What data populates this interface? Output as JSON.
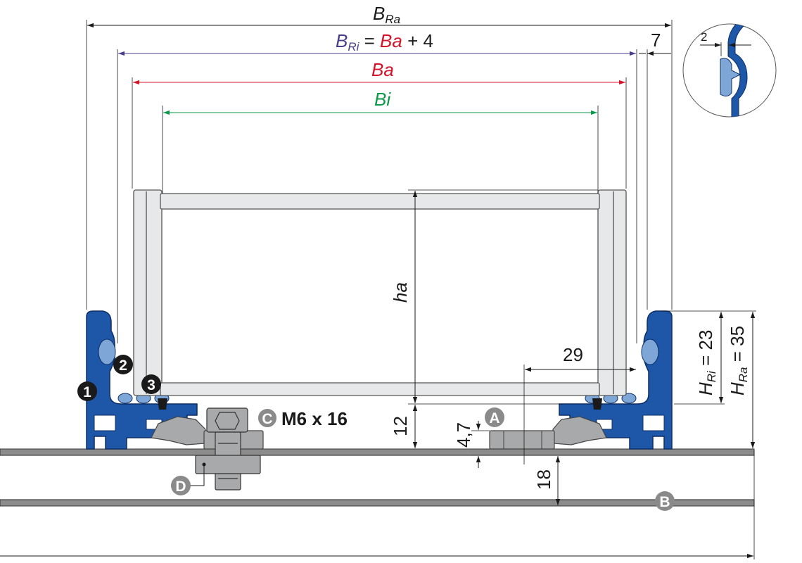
{
  "colors": {
    "blue_part": "#1e56a8",
    "light_blue": "#7ea7d8",
    "frame_fill": "#e6e8ea",
    "rail_gray": "#8c8c8c",
    "bracket_gray": "#a7a9ab",
    "purple_label": "#4b3d8c",
    "red_label": "#d4142a",
    "green_label": "#0a9a48",
    "marker_dark": "#1a1a1a",
    "marker_gray": "#8a8a8a"
  },
  "dimensions": {
    "bra": {
      "main": "B",
      "sub": "Ra"
    },
    "bri": {
      "main": "B",
      "sub": "Ri",
      "equals": " = ",
      "ba": "Ba",
      "plus": " + 4"
    },
    "ba": "Ba",
    "bi": "Bi",
    "seven": "7",
    "two": "2",
    "ha": "ha",
    "twenty_nine": "29",
    "twelve": "12",
    "four_seven": "4,7",
    "eighteen": "18",
    "hri": {
      "main": "H",
      "sub": "Ri",
      "value": " = 23"
    },
    "hra": {
      "main": "H",
      "sub": "Ra",
      "value": " = 35"
    }
  },
  "markers": {
    "one": "1",
    "two": "2",
    "three": "3",
    "a": "A",
    "b": "B",
    "c": "C",
    "d": "D"
  },
  "bolt_label": "M6 x 16"
}
